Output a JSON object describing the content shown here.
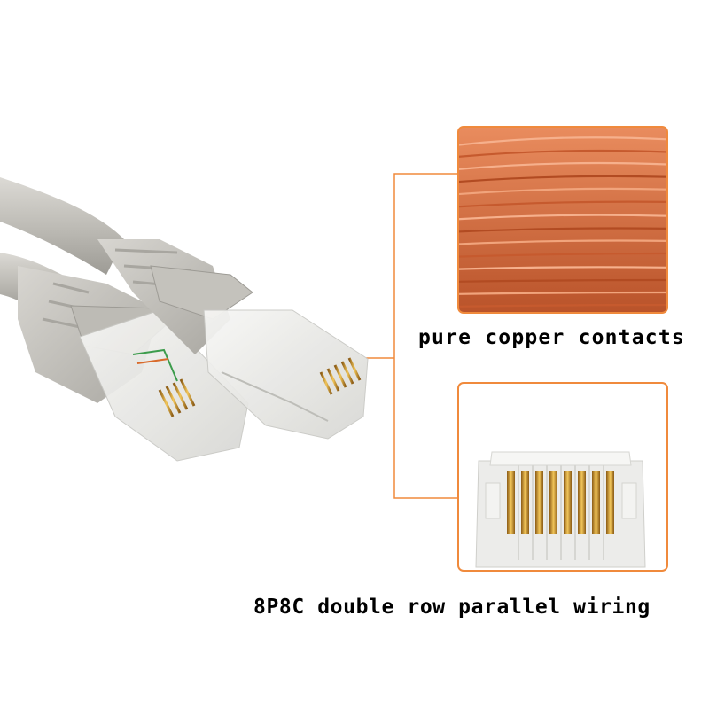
{
  "captions": {
    "copper": "pure copper contacts",
    "wiring": "8P8C double row parallel wiring"
  },
  "colors": {
    "accent": "#f08a3c",
    "text": "#111111",
    "cable": "#c9c7c2",
    "copper": "#d2693b",
    "gold": "#d9a53a"
  },
  "icons": {
    "connectors": "rj45-connector-pair",
    "copper_detail": "copper-wire-strands",
    "contacts_detail": "gold-pin-contacts"
  }
}
